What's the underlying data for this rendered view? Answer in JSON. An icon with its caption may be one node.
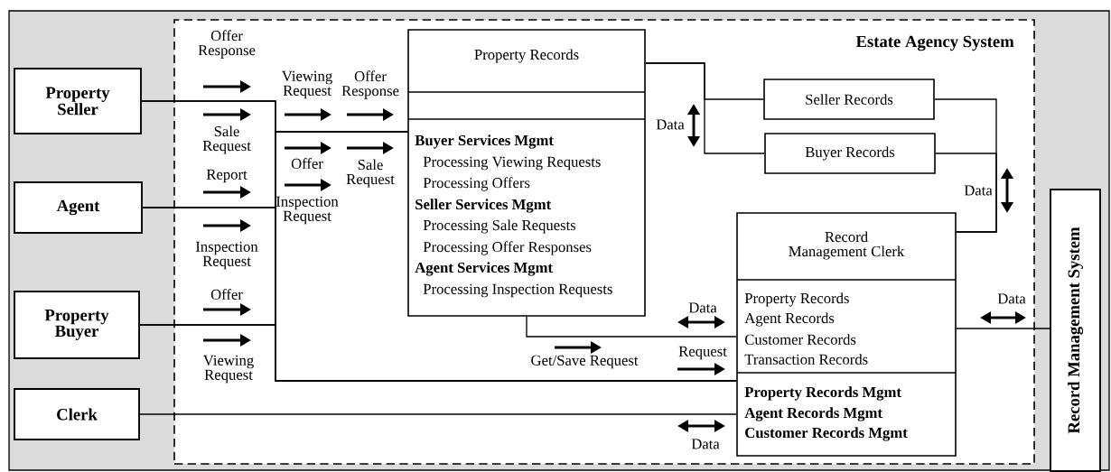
{
  "diagram": {
    "nodes": [
      {
        "text": [
          "Property Seller"
        ]
      },
      {
        "text": [
          "Agent"
        ]
      },
      {
        "text": [
          "Property Buyer"
        ]
      },
      {
        "text": [
          "Clerk"
        ]
      },
      {
        "text": [
          "Estate Agency System"
        ]
      },
      {
        "text": [
          "Property Records",
          "Buyer Services Mgmt",
          "Processing Viewing Requests",
          "Processing Offers",
          "Seller Services Mgmt",
          "Processing Sale Requests",
          "Processing Offer Responses",
          "Agent Services Mgmt",
          "Processing Inspection Requests"
        ],
        "in": 4
      },
      {
        "text": [
          "Seller Records"
        ],
        "in": 4
      },
      {
        "text": [
          "Buyer Records"
        ],
        "in": 4
      },
      {
        "text": [
          "Record Management Clerk",
          "Property Records",
          "Agent Records",
          "Customer Records",
          "Transaction Records",
          "Property Records Mgmt",
          "Agent Records Mgmt",
          "Customer Records Mgmt"
        ],
        "in": 4
      },
      {
        "text": [
          "Record Management System"
        ]
      }
    ],
    "edges": [
      {
        "from": 0,
        "to": 5,
        "arrow": "none"
      },
      {
        "from": 1,
        "to": 5,
        "arrow": "none"
      },
      {
        "from": 2,
        "to": 5,
        "arrow": "none"
      },
      {
        "from": 0,
        "to": 8,
        "arrow": "none"
      },
      {
        "from": 1,
        "to": 8,
        "arrow": "none"
      },
      {
        "from": 2,
        "to": 8,
        "arrow": "none"
      },
      {
        "from": 3,
        "to": 8,
        "arrow": "none"
      },
      {
        "from": 5,
        "to": 8,
        "arrow": "none"
      },
      {
        "from": 5,
        "to": 6,
        "arrow": "none"
      },
      {
        "from": 5,
        "to": 7,
        "arrow": "none"
      },
      {
        "from": 6,
        "to": 8,
        "arrow": "none"
      },
      {
        "from": 7,
        "to": 8,
        "arrow": "none"
      },
      {
        "from": 8,
        "to": 9,
        "arrow": "none"
      }
    ],
    "labels": [
      "Offer Response",
      "Viewing Request",
      "Offer Response",
      "Sale Request",
      "Offer",
      "Sale Request",
      "Data",
      "Report",
      "Inspection Request",
      "Data",
      "Inspection Request",
      "Offer",
      "Data",
      "Get/Save Request",
      "Request",
      "Viewing Request",
      "Data",
      "Data"
    ]
  }
}
